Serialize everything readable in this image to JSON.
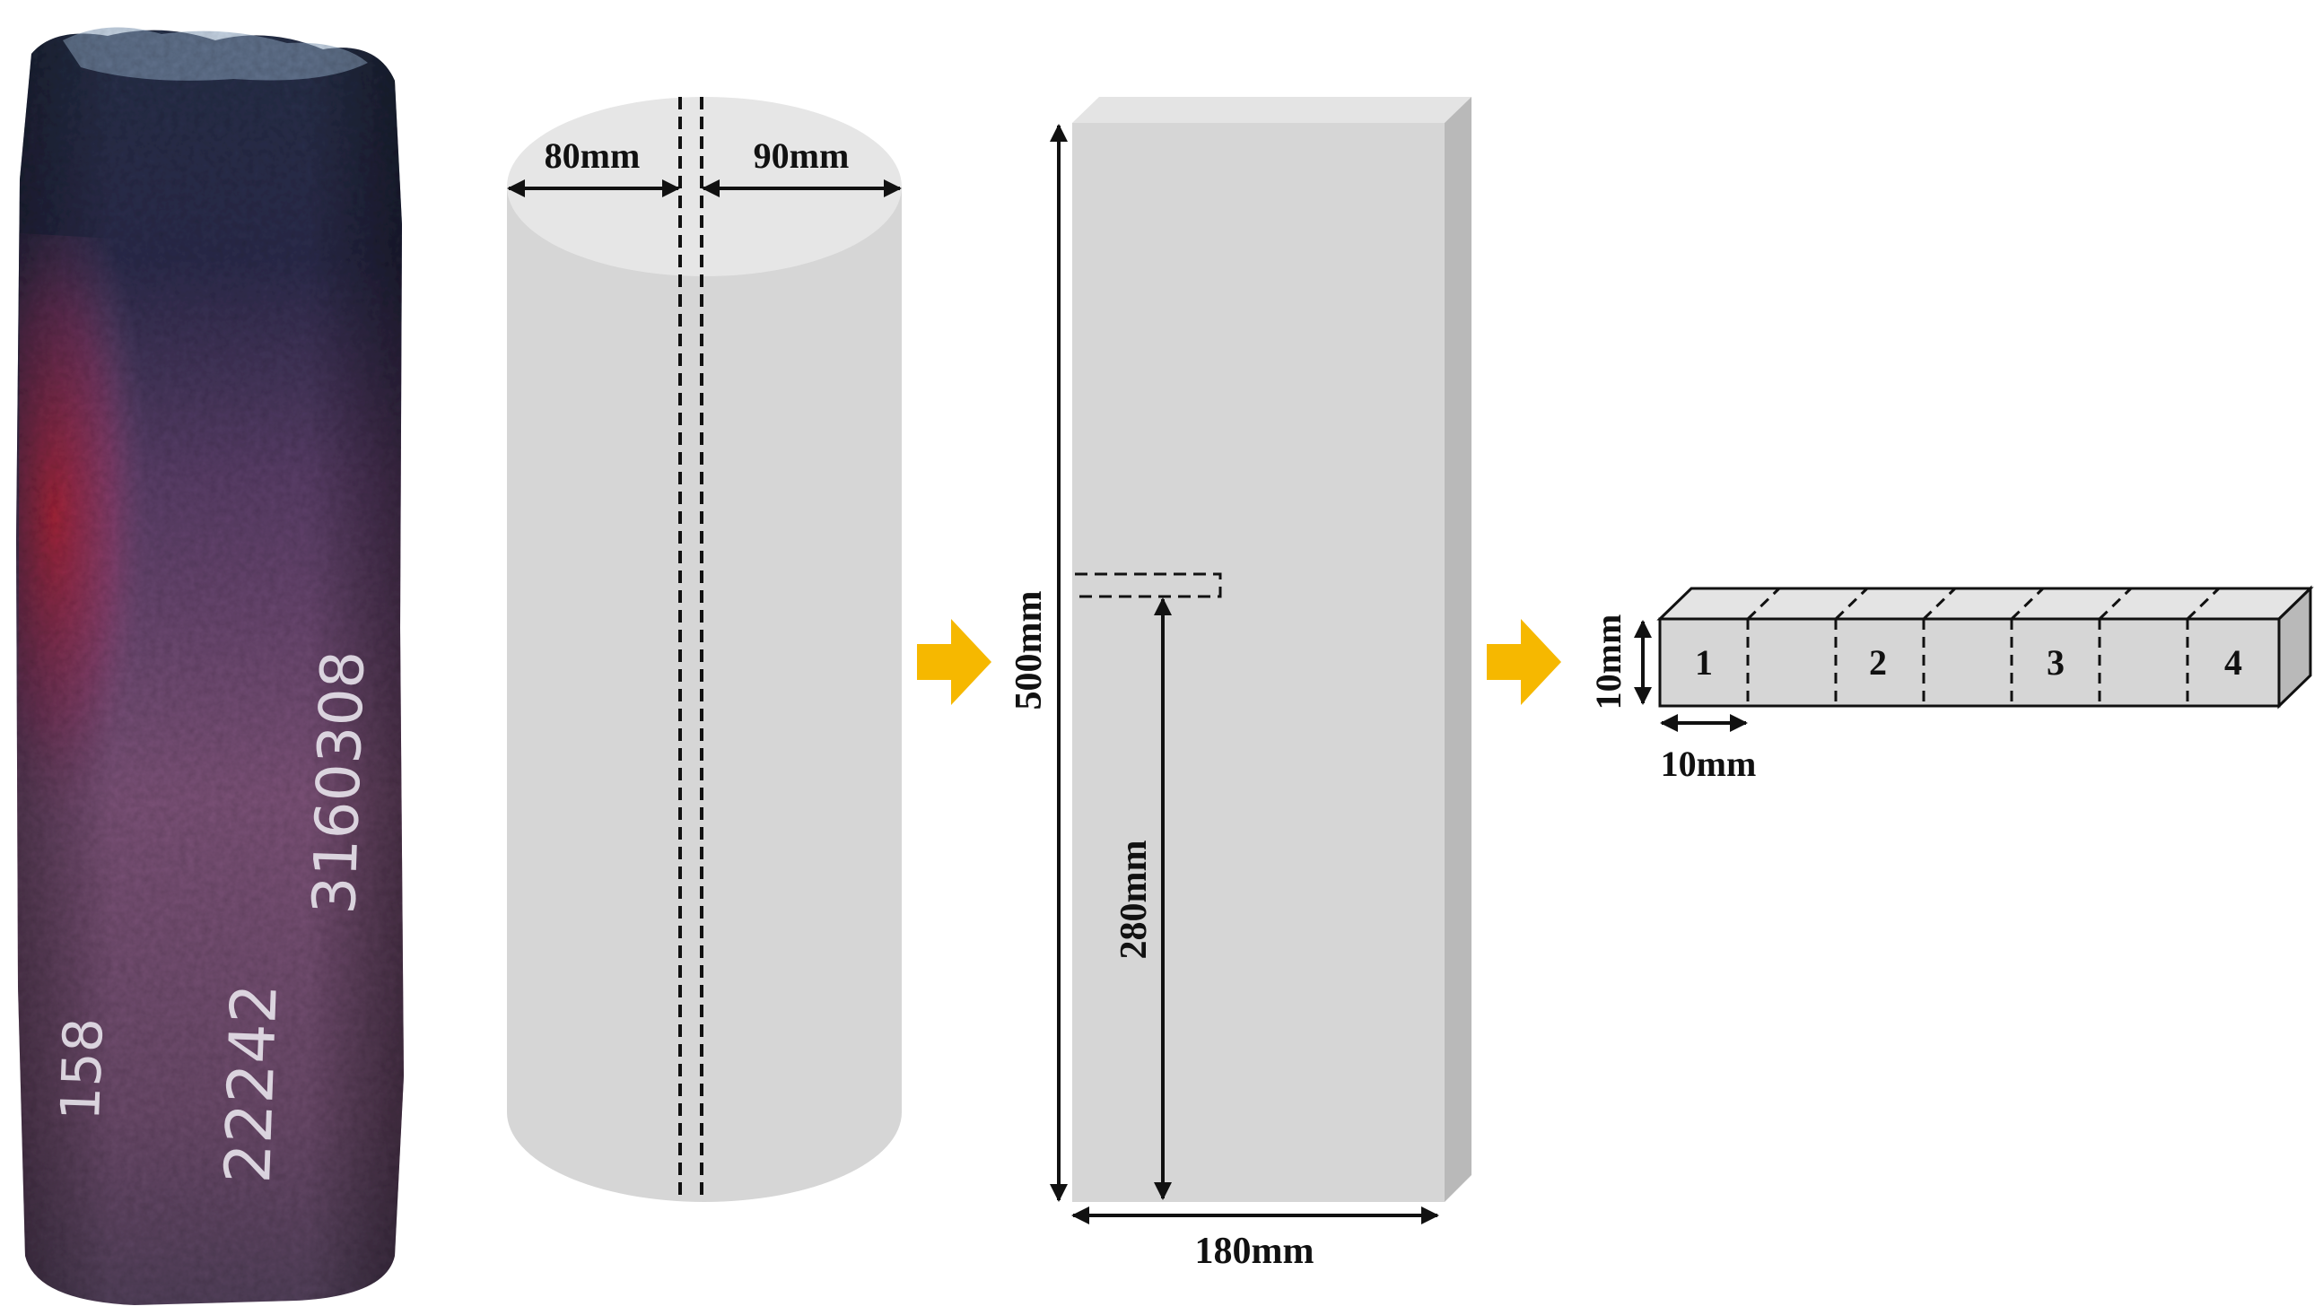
{
  "colors": {
    "block": "#d6d6d6",
    "block_top": "#e4e4e4",
    "block_side": "#b9b9b9",
    "cylinder_top": "#e6e6e6",
    "arrow": "#f6b800",
    "line": "#111111",
    "ingot_dark": "#2b2a45",
    "ingot_red": "#c0283f",
    "ingot_purple": "#7a4d7c"
  },
  "photo": {
    "scrawl_lines": [
      "3160308",
      "22242",
      "158"
    ]
  },
  "cylinder": {
    "left_width_label": "80mm",
    "right_width_label": "90mm"
  },
  "slab": {
    "height_label": "500mm",
    "sample_height_label": "280mm",
    "width_label": "180mm"
  },
  "bar": {
    "height_label": "10mm",
    "width_label": "10mm",
    "sample_numbers": [
      "1",
      "2",
      "3",
      "4"
    ]
  }
}
